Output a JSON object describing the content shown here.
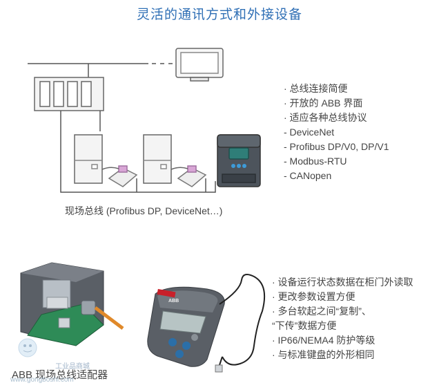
{
  "page": {
    "title": "灵活的通讯方式和外接设备"
  },
  "network_section": {
    "bullets": [
      "· 总线连接简便",
      "· 开放的 ABB 界面",
      "· 适应各种总线协议",
      "  - DeviceNet",
      "  - Profibus DP/V0, DP/V1",
      "  - Modbus-RTU",
      "  - CANopen"
    ],
    "caption": "现场总线 (Profibus DP, DeviceNet…)"
  },
  "device_section": {
    "bullets": [
      "· 设备运行状态数据在柜门外读取",
      "· 更改参数设置方便",
      "· 多台软起之间“复制”、",
      "  “下传”数据方便",
      "· IP66/NEMA4 防护等级",
      "· 与标准键盘的外形相同"
    ],
    "caption": "ABB 现场总线适配器",
    "keypad_brand": "ABB"
  },
  "watermark": {
    "label": "工业品商城",
    "url": "www.gongboshi.com"
  },
  "colors": {
    "title": "#2f6fb5",
    "line": "#555555",
    "accent_cable": "#e0892a"
  }
}
